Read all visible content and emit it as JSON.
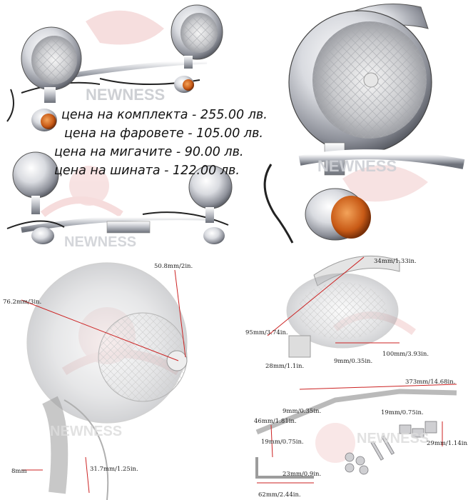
{
  "prices": {
    "set": "цена на комплекта - 255.00 лв.",
    "headlights": "цена на фаровете - 105.00 лв.",
    "turn_signals": "цена на мигачите - 90.00 лв.",
    "rail": "цена на шината - 122.00 лв."
  },
  "dimensions": {
    "headlight_depth": "50.8mm/2in.",
    "headlight_diameter": "76.2mm/3in.",
    "bolt": "8mm",
    "neck": "31.7mm/1.25in.",
    "signal_visor": "34mm/1.33in.",
    "signal_height": "95mm/3.74in.",
    "signal_width": "100mm/3.93in.",
    "signal_bolt": "9mm/0.35in.",
    "signal_neck": "28mm/1.1in.",
    "rail_length": "373mm/14.68in.",
    "rail_hole": "9mm/0.35in.",
    "rail_arm": "46mm/1.81in.",
    "rail_slot_right": "19mm/0.75in.",
    "rail_slot_left": "19mm/0.75in.",
    "rail_clamp": "29mm/1.14in.",
    "rail_mount": "23mm/0.9in.",
    "rail_base": "62mm/2.44in."
  },
  "colors": {
    "chrome_light": "#f4f4f6",
    "chrome_dark": "#6b6f78",
    "amber": "#d9661f",
    "watermark": "#e8b8b8",
    "dimension_line": "#cc2222"
  }
}
